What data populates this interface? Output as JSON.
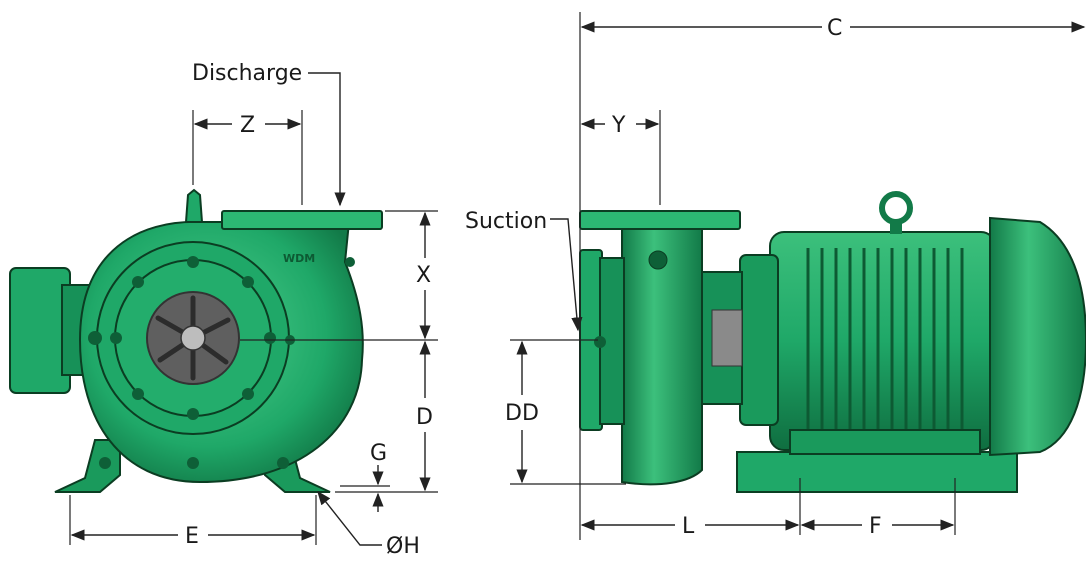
{
  "labels": {
    "discharge": "Discharge",
    "suction": "Suction",
    "brand": "WDM"
  },
  "dimensions": {
    "c": "C",
    "y": "Y",
    "z": "Z",
    "x": "X",
    "d": "D",
    "dd": "DD",
    "g": "G",
    "e": "E",
    "h": "ØH",
    "l": "L",
    "f": "F"
  },
  "colors": {
    "pump_green": "#1fa868",
    "pump_dark": "#127a48",
    "pump_light": "#4fd08e",
    "impeller": "#6b6b6b",
    "line": "#222222"
  }
}
